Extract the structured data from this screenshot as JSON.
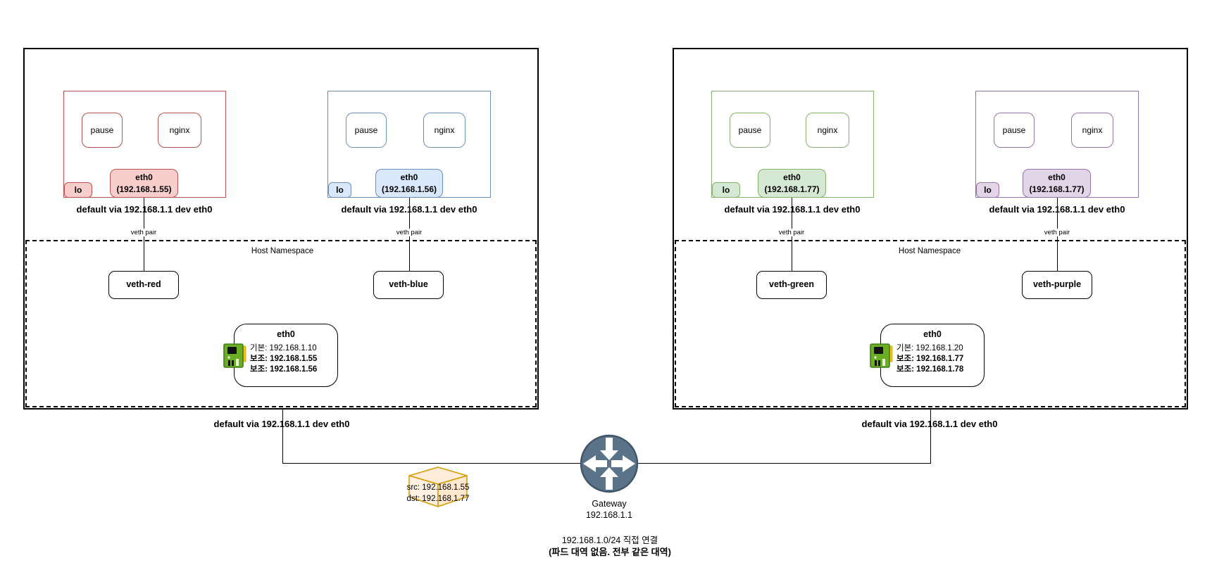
{
  "diagram": {
    "colors": {
      "red_stroke": "#b85450",
      "red_fill": "#f8cecc",
      "blue_stroke": "#6c8ebf",
      "blue_fill": "#dae8fc",
      "green_stroke": "#82b366",
      "green_fill": "#d5e8d4",
      "purple_stroke": "#9673a6",
      "purple_fill": "#e1d5e7",
      "packet_stroke": "#d79b00",
      "packet_fill": "#ffe6cc",
      "gateway_fill": "#5b7388",
      "line": "#000000"
    },
    "icons": {
      "gateway": "router-icon",
      "nic": "network-card-icon",
      "packet": "package-box-icon"
    },
    "hosts": [
      {
        "namespace_label": "Host Namespace",
        "route_label": "default via 192.168.1.1 dev eth0",
        "pods": [
          {
            "color": "red",
            "containers": [
              "pause",
              "nginx"
            ],
            "lo_label": "lo",
            "eth_name": "eth0",
            "eth_ip": "(192.168.1.55)",
            "route_label": "default via 192.168.1.1 dev eth0",
            "veth_pair_label": "veth pair",
            "veth_name": "veth-red"
          },
          {
            "color": "blue",
            "containers": [
              "pause",
              "nginx"
            ],
            "lo_label": "lo",
            "eth_name": "eth0",
            "eth_ip": "(192.168.1.56)",
            "route_label": "default via 192.168.1.1 dev eth0",
            "veth_pair_label": "veth pair",
            "veth_name": "veth-blue"
          }
        ],
        "eth0_box": {
          "title": "eth0",
          "lines": [
            "기본: 192.168.1.10",
            "보조: 192.168.1.55",
            "보조: 192.168.1.56"
          ]
        }
      },
      {
        "namespace_label": "Host Namespace",
        "route_label": "default via 192.168.1.1 dev eth0",
        "pods": [
          {
            "color": "green",
            "containers": [
              "pause",
              "nginx"
            ],
            "lo_label": "lo",
            "eth_name": "eth0",
            "eth_ip": "(192.168.1.77)",
            "route_label": "default via 192.168.1.1 dev eth0",
            "veth_pair_label": "veth pair",
            "veth_name": "veth-green"
          },
          {
            "color": "purple",
            "containers": [
              "pause",
              "nginx"
            ],
            "lo_label": "lo",
            "eth_name": "eth0",
            "eth_ip": "(192.168.1.77)",
            "route_label": "default via 192.168.1.1 dev eth0",
            "veth_pair_label": "veth pair",
            "veth_name": "veth-purple"
          }
        ],
        "eth0_box": {
          "title": "eth0",
          "lines": [
            "기본: 192.168.1.20",
            "보조: 192.168.1.77",
            "보조: 192.168.1.78"
          ]
        }
      }
    ],
    "gateway": {
      "label": "Gateway",
      "ip": "192.168.1.1"
    },
    "packet": {
      "src": "src: 192.168.1.55",
      "dst": "dst: 192.168.1.77"
    },
    "footnote_line1": "192.168.1.0/24 직접 연결",
    "footnote_line2": "(파드 대역 없음. 전부 같은 대역)"
  }
}
